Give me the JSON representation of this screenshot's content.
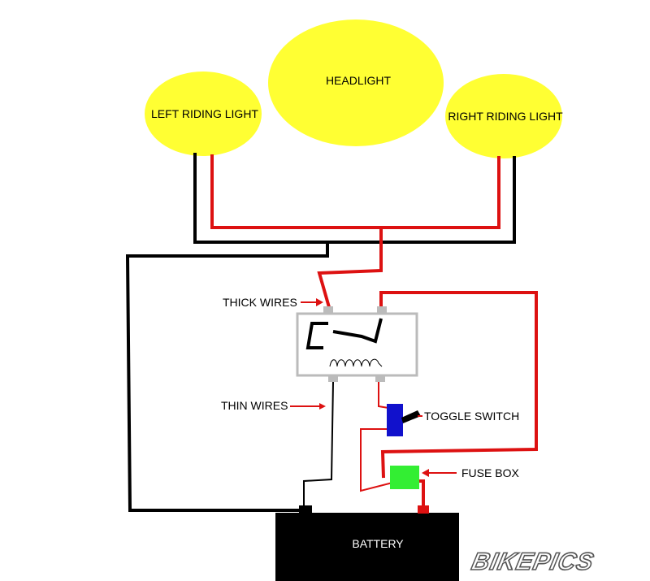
{
  "labels": {
    "headlight": "HEADLIGHT",
    "left_riding_light": "LEFT RIDING LIGHT",
    "right_riding_light": "RIGHT RIDING LIGHT",
    "thick_wires": "THICK WIRES",
    "thin_wires": "THIN WIRES",
    "toggle_switch": "TOGGLE SWITCH",
    "fuse_box": "FUSE BOX",
    "battery": "BATTERY"
  },
  "watermark": "BIKEPICS",
  "colors": {
    "lamp": "#ffff33",
    "wire_red": "#dd1111",
    "wire_black": "#000000",
    "relay_outline": "#bbbbbb",
    "switch": "#1111cc",
    "fuse": "#33ee33",
    "battery": "#000000",
    "arrow": "#dd1111"
  }
}
